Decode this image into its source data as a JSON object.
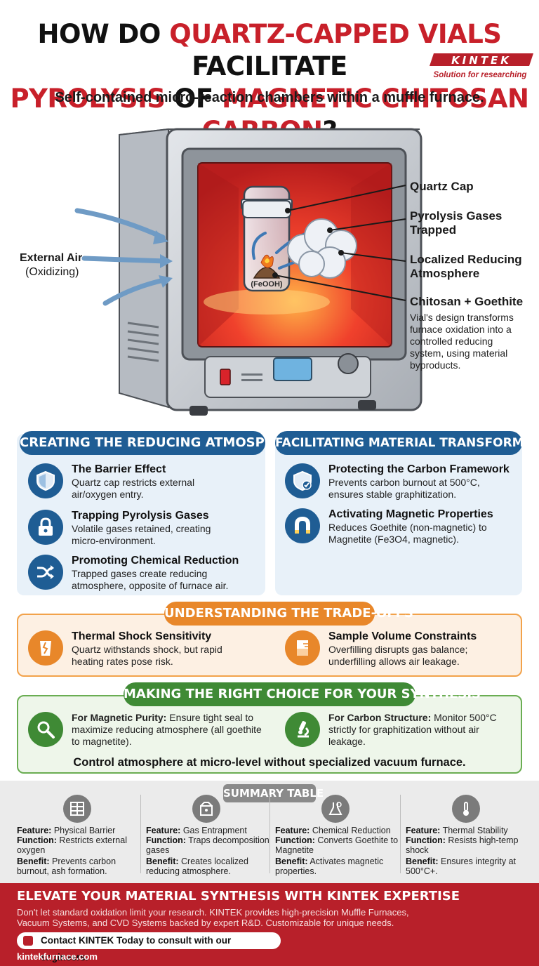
{
  "title": {
    "line1_part1": "HOW DO ",
    "line1_red": "QUARTZ-CAPPED VIALS",
    "line1_part2": " FACILITATE",
    "line2_red1": "PYROLYSIS",
    "line2_part": " OF ",
    "line2_red2": "MAGNETIC CHITOSAN CARBON",
    "line2_end": "?"
  },
  "subtitle": "Self-contained micro-reaction chambers within a muffle furnace.",
  "diagram": {
    "external_air_line1": "External Air",
    "external_air_line2": "(Oxidizing)",
    "vial_label": "(FeOOH)",
    "callouts": {
      "quartz_cap": "Quartz Cap",
      "gases_line1": "Pyrolysis Gases",
      "gases_line2": "Trapped",
      "reducing_line1": "Localized Reducing",
      "reducing_line2": "Atmosphere",
      "chitosan": "Chitosan + Goethite",
      "description": "Vial's design transforms furnace oxidation into a controlled reducing system, using material byproducts."
    },
    "colors": {
      "furnace_glow": "#e8302a",
      "furnace_body": "#c9ccd1",
      "cap": "#e9ecef"
    }
  },
  "reducing": {
    "heading": "CREATING THE REDUCING ATMOSPHERE",
    "items": [
      {
        "icon": "shield-icon",
        "title": "The Barrier Effect",
        "desc": "Quartz cap restricts external air/oxygen entry."
      },
      {
        "icon": "lock-icon",
        "title": "Trapping Pyrolysis Gases",
        "desc": "Volatile gases retained, creating micro-environment."
      },
      {
        "icon": "shuffle-icon",
        "title": "Promoting Chemical Reduction",
        "desc": "Trapped gases create reducing atmosphere, opposite of furnace air."
      }
    ]
  },
  "transformation": {
    "heading": "FACILITATING MATERIAL TRANSFORMATION",
    "items": [
      {
        "icon": "shield-check-icon",
        "title": "Protecting the Carbon Framework",
        "desc": "Prevents carbon burnout at 500°C, ensures stable graphitization."
      },
      {
        "icon": "magnet-icon",
        "title": "Activating Magnetic Properties",
        "desc": "Reduces Goethite (non-magnetic) to Magnetite (Fe3O4, magnetic)."
      }
    ]
  },
  "tradeoffs": {
    "heading": "UNDERSTANDING THE TRADE-OFFS",
    "items": [
      {
        "icon": "cracked-glass-icon",
        "title": "Thermal Shock Sensitivity",
        "desc": "Quartz withstands shock, but rapid heating rates pose risk."
      },
      {
        "icon": "beaker-icon",
        "title": "Sample Volume Constraints",
        "desc": "Overfilling disrupts gas balance; underfilling allows air leakage."
      }
    ]
  },
  "choice": {
    "heading": "MAKING THE RIGHT CHOICE FOR YOUR SYNTHESIS",
    "items": [
      {
        "icon": "magnifier-icon",
        "title": "For Magnetic Purity:",
        "desc": "Ensure tight seal to maximize reducing atmosphere (all goethite to magnetite)."
      },
      {
        "icon": "microscope-icon",
        "title": "For Carbon Structure:",
        "desc": "Monitor 500°C strictly for graphitization without air leakage."
      }
    ],
    "conclusion": "Control atmosphere at micro-level without specialized vacuum furnace."
  },
  "summary": {
    "heading": "SUMMARY TABLE",
    "feature_label": "Feature:",
    "function_label": "Function:",
    "benefit_label": "Benefit:",
    "columns": [
      {
        "icon": "barrier-icon",
        "feature": "Physical Barrier",
        "function": "Restricts external oxygen",
        "benefit": "Prevents carbon burnout, ash formation."
      },
      {
        "icon": "container-icon",
        "feature": "Gas Entrapment",
        "function": "Traps decomposition gases",
        "benefit": "Creates localized reducing atmosphere."
      },
      {
        "icon": "flask-gear-icon",
        "feature": "Chemical Reduction",
        "function": "Converts Goethite to Magnetite",
        "benefit": "Activates magnetic properties."
      },
      {
        "icon": "thermometer-icon",
        "feature": "Thermal Stability",
        "function": "Resists high-temp shock",
        "benefit": "Ensures integrity at 500°C+."
      }
    ]
  },
  "footer": {
    "heading": "ELEVATE YOUR MATERIAL SYNTHESIS WITH KINTEK EXPERTISE",
    "desc": "Don't let standard oxidation limit your research. KINTEK provides high-precision Muffle Furnaces, Vacuum Systems, and CVD Systems backed by expert R&D. Customizable for unique needs.",
    "cta": "Contact KINTEK Today to consult with our engineers.",
    "url": "kintekfurnace.com",
    "brand": "KINTEK",
    "tagline": "Solution for researching"
  }
}
